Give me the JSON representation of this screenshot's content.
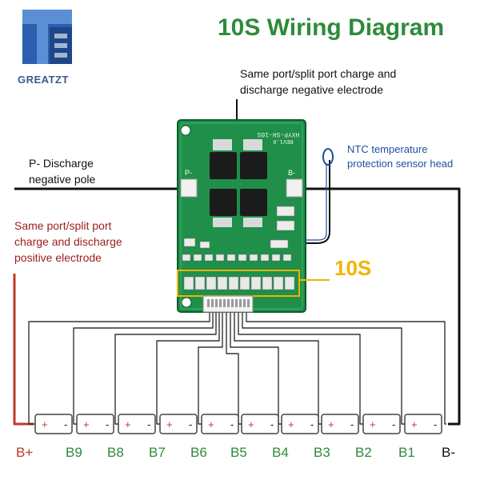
{
  "title": "10S Wiring Diagram",
  "brand": {
    "name": "GREATZT"
  },
  "callouts": {
    "negative_electrode": [
      "Same port/split port charge and",
      "discharge negative electrode"
    ],
    "p_discharge": [
      "P- Discharge",
      "negative pole"
    ],
    "positive_electrode": [
      "Same port/split port",
      "charge and discharge",
      "positive electrode"
    ],
    "ntc": [
      "NTC temperature",
      "protection sensor head"
    ],
    "series_count": "10S"
  },
  "board": {
    "model": "HXYP-SH-10S",
    "version": "REV1.0",
    "pad_left": "P-",
    "pad_right": "B-"
  },
  "battery_labels": [
    "B+",
    "B9",
    "B8",
    "B7",
    "B6",
    "B5",
    "B4",
    "B3",
    "B2",
    "B1",
    "B-"
  ],
  "cell_marks": {
    "positive": "+",
    "negative": "-"
  },
  "colors": {
    "title_green": "#2e8b3a",
    "positive_red": "#c0392b",
    "negative_black": "#111111",
    "ntc_blue": "#1e4f9c",
    "highlight_yellow": "#f0b400",
    "pcb_green": "#1f8f4a"
  }
}
